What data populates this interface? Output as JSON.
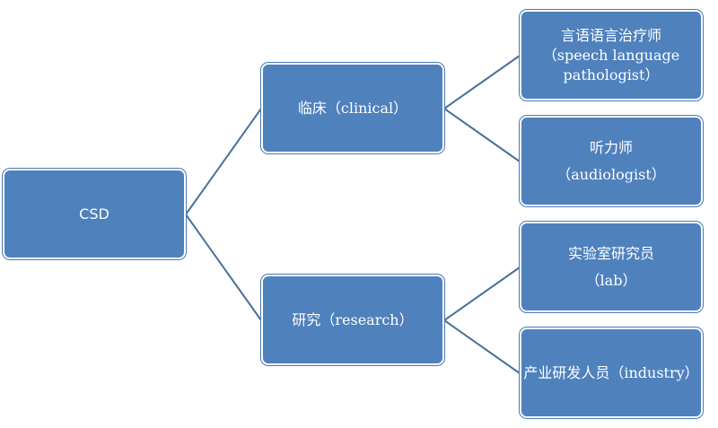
{
  "root": {
    "label": "CSD"
  },
  "branches": [
    {
      "label": "临床（clinical）",
      "children": [
        {
          "lines": [
            "言语语言治疗师",
            "（speech language",
            "pathologist）"
          ]
        },
        {
          "lines": [
            "听力师",
            "（audiologist）"
          ]
        }
      ]
    },
    {
      "label": "研究（research）",
      "children": [
        {
          "lines": [
            "实验室研究员",
            "（lab）"
          ]
        },
        {
          "lines": [
            "产业研发人员（industry）"
          ]
        }
      ]
    }
  ],
  "colors": {
    "node_fill": "#4f81bd",
    "node_border": "#ffffff",
    "connector": "#4a6f9c",
    "text": "#ffffff",
    "background": "#ffffff"
  }
}
